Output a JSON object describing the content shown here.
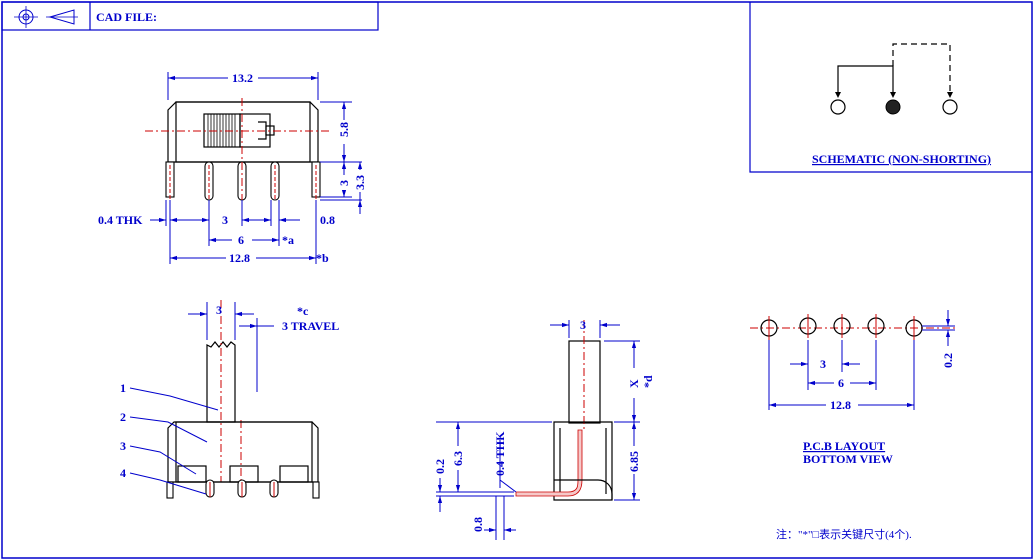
{
  "title_block": {
    "cad_label": "CAD FILE:",
    "symbol_icon": "third-angle-projection-icon"
  },
  "schematic": {
    "caption": "SCHEMATIC (NON-SHORTING)"
  },
  "front_view": {
    "dim_overall_width": "13.2",
    "dim_height": "5.8",
    "dim_pin_length": "3",
    "dim_total": "3.3",
    "dim_thickness": "0.4 THK",
    "dim_pitch": "3",
    "dim_pin_width": "0.8",
    "dim_pin_span": "6",
    "mark_a": "*a",
    "dim_overall_pins": "12.8",
    "mark_b": "*b"
  },
  "side_view": {
    "dim_actuator": "3",
    "mark_c": "*c",
    "travel": "3 TRAVEL",
    "callouts": [
      "1",
      "2",
      "3",
      "4"
    ]
  },
  "end_view": {
    "dim_actuator": "3",
    "dim_x": "X",
    "mark_d": "*d",
    "dim_0_2": "0.2",
    "dim_6_3": "6.3",
    "dim_0_4_thk": "0.4 THK",
    "dim_6_85": "6.85",
    "dim_0_8": "0.8"
  },
  "pcb_layout": {
    "dim_pitch": "3",
    "dim_span": "6",
    "dim_total": "12.8",
    "dim_offset": "0.2",
    "caption_line1": "P.C.B LAYOUT",
    "caption_line2": "BOTTOM VIEW"
  },
  "footnote": "注：\"*\"□表示关键尺寸(4个)."
}
